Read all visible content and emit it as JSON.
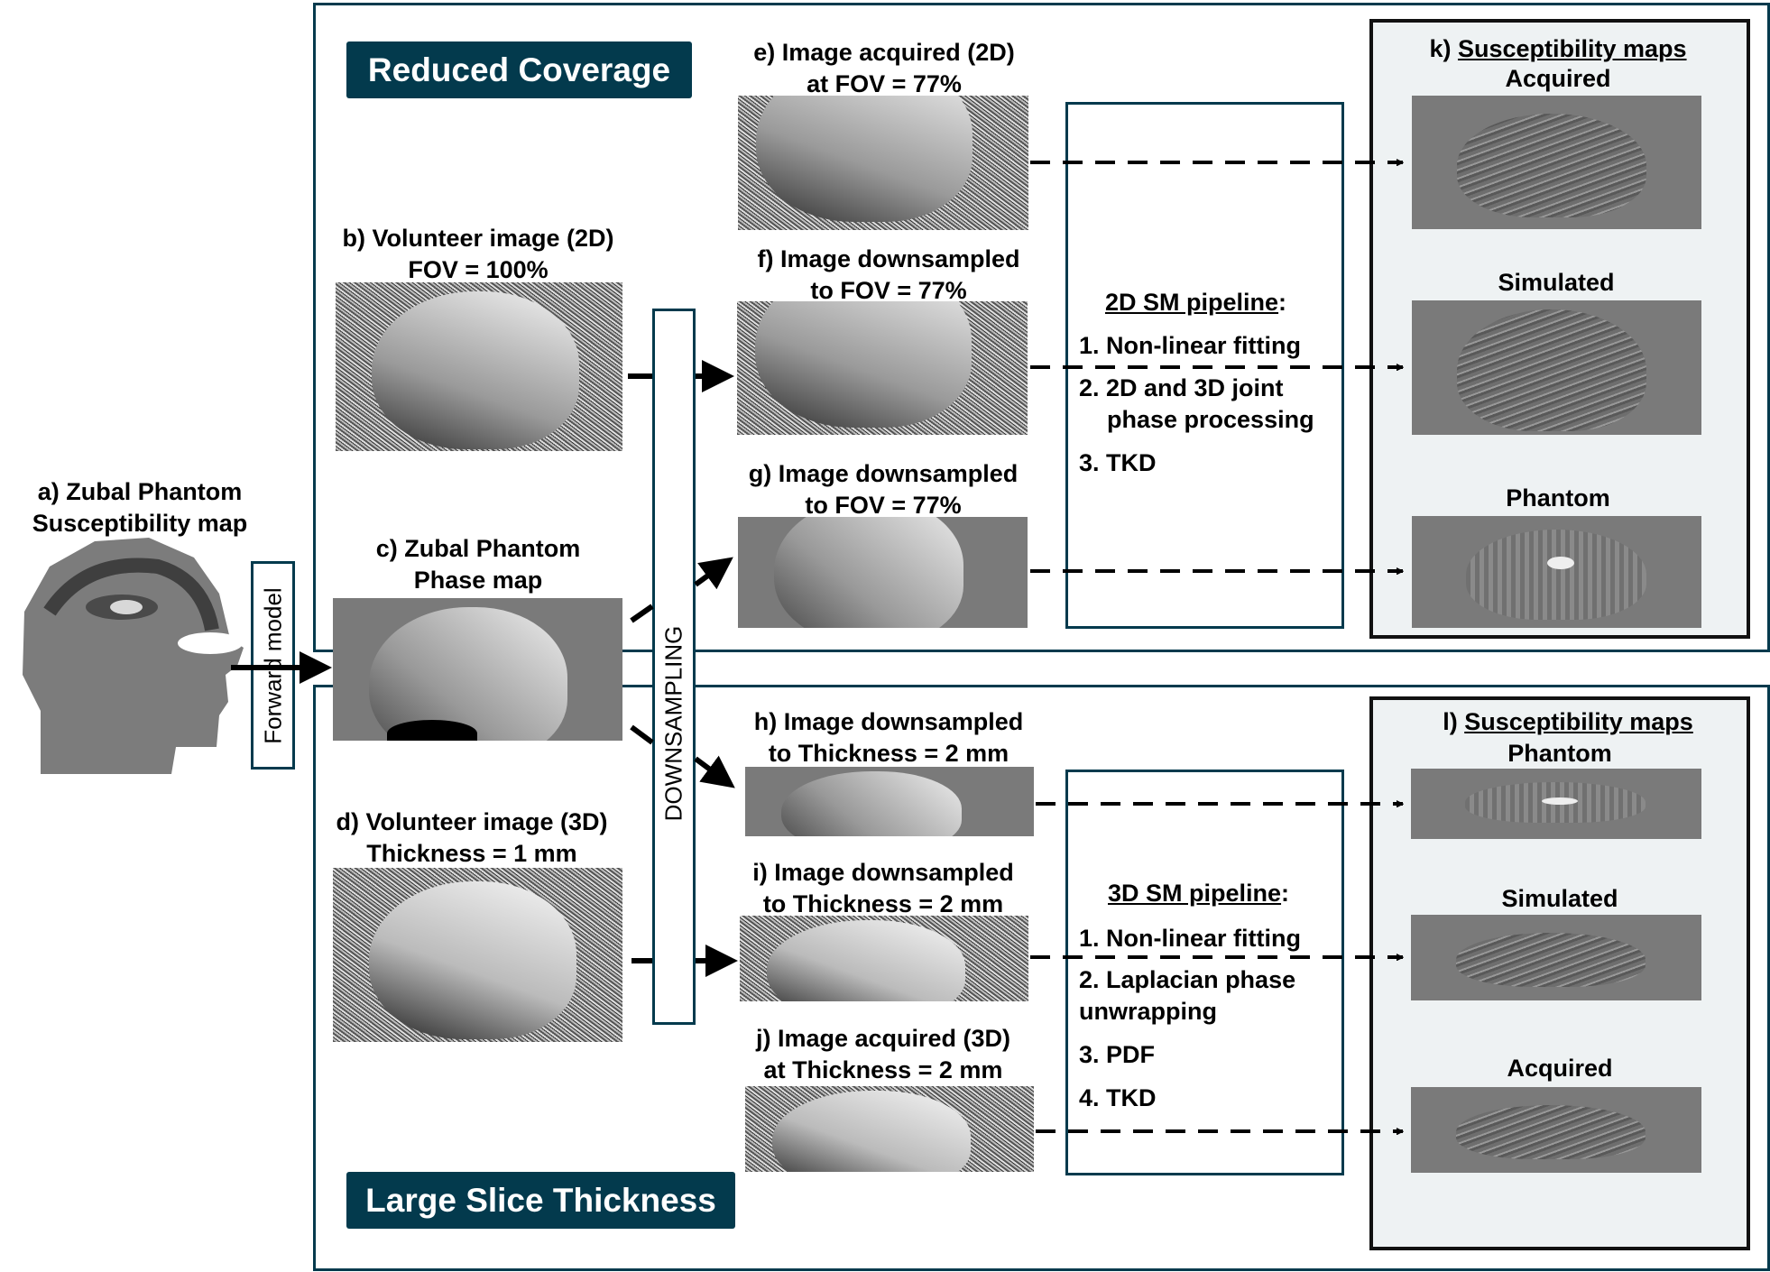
{
  "sections": {
    "top": "Reduced Coverage",
    "bottom": "Large Slice Thickness"
  },
  "panel_a": {
    "line1": "a) Zubal Phantom",
    "line2": "Susceptibility map"
  },
  "forward_model": "Forward model",
  "downsampling": "DOWNSAMPLING",
  "panel_b": {
    "line1": "b) Volunteer image (2D)",
    "line2": "FOV = 100%"
  },
  "panel_c": {
    "line1": "c) Zubal Phantom",
    "line2": "Phase map"
  },
  "panel_d": {
    "line1": "d) Volunteer image (3D)",
    "line2": "Thickness = 1 mm"
  },
  "panel_e": {
    "line1": "e) Image acquired (2D)",
    "line2": "at FOV = 77%"
  },
  "panel_f": {
    "line1": "f) Image downsampled",
    "line2": "to FOV = 77%"
  },
  "panel_g": {
    "line1": "g) Image downsampled",
    "line2": "to FOV = 77%"
  },
  "panel_h": {
    "line1": "h) Image downsampled",
    "line2": "to Thickness = 2 mm"
  },
  "panel_i": {
    "line1": "i) Image downsampled",
    "line2": "to Thickness = 2 mm"
  },
  "panel_j": {
    "line1": "j) Image acquired (3D)",
    "line2": "at Thickness = 2 mm"
  },
  "pipeline_2d": {
    "title": "2D SM pipeline",
    "colon": ":",
    "steps": [
      "1. Non-linear fitting",
      "2. 2D and 3D joint",
      "phase processing",
      "3. TKD"
    ]
  },
  "pipeline_3d": {
    "title": "3D SM pipeline",
    "colon": ":",
    "steps": [
      "1. Non-linear fitting",
      "2. Laplacian phase",
      "unwrapping",
      "3. PDF",
      "4. TKD"
    ]
  },
  "panel_k": {
    "prefix": "k) ",
    "title": "Susceptibility maps",
    "labels": [
      "Acquired",
      "Simulated",
      "Phantom"
    ]
  },
  "panel_l": {
    "prefix": "l) ",
    "title": "Susceptibility maps",
    "labels": [
      "Phantom",
      "Simulated",
      "Acquired"
    ]
  },
  "colors": {
    "frame": "#033a4d",
    "panel_bg": "#eef2f3"
  }
}
